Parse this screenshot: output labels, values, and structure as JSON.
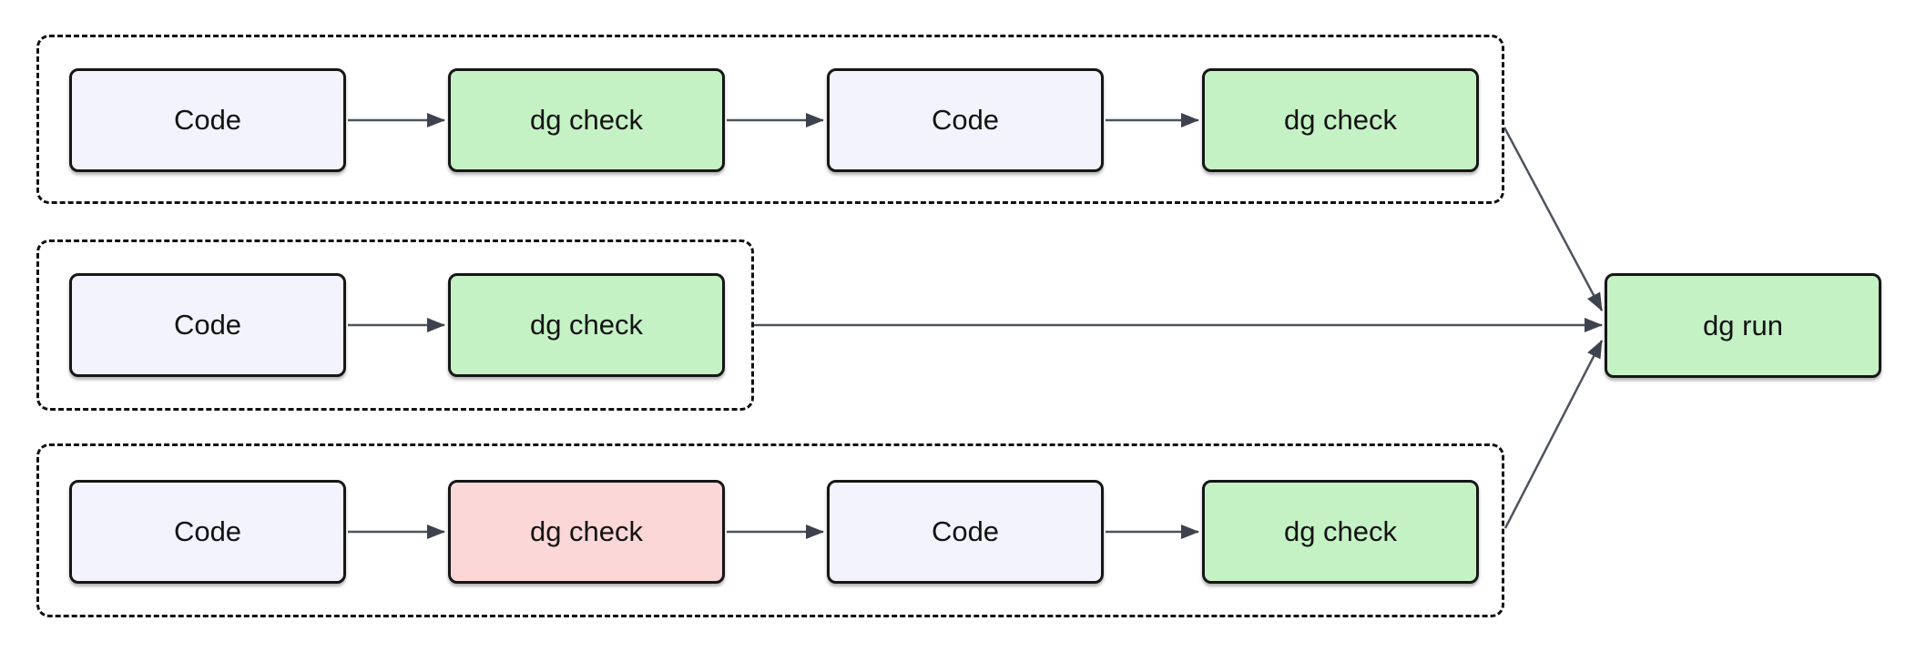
{
  "diagram": {
    "kind": "flowchart",
    "background": "#ffffff",
    "colors": {
      "code_node_fill": "#f2f3fc",
      "check_pass_fill": "#c5f2c5",
      "check_fail_fill": "#fcd7d7",
      "node_border": "#161616",
      "group_border": "#111111",
      "arrow_line": "#4e545e",
      "arrow_head": "#3d424e",
      "text": "#131313"
    },
    "nodes": [
      {
        "id": "g1-code-1",
        "label": "Code",
        "state": "code"
      },
      {
        "id": "g1-check-1",
        "label": "dg check",
        "state": "pass"
      },
      {
        "id": "g1-code-2",
        "label": "Code",
        "state": "code"
      },
      {
        "id": "g1-check-2",
        "label": "dg check",
        "state": "pass"
      },
      {
        "id": "g2-code-1",
        "label": "Code",
        "state": "code"
      },
      {
        "id": "g2-check-1",
        "label": "dg check",
        "state": "pass"
      },
      {
        "id": "g3-code-1",
        "label": "Code",
        "state": "code"
      },
      {
        "id": "g3-check-1",
        "label": "dg check",
        "state": "fail"
      },
      {
        "id": "g3-code-2",
        "label": "Code",
        "state": "code"
      },
      {
        "id": "g3-check-2",
        "label": "dg check",
        "state": "pass"
      },
      {
        "id": "dg-run",
        "label": "dg run",
        "state": "pass"
      }
    ],
    "groups": [
      {
        "id": "group-1",
        "nodes": [
          "g1-code-1",
          "g1-check-1",
          "g1-code-2",
          "g1-check-2"
        ]
      },
      {
        "id": "group-2",
        "nodes": [
          "g2-code-1",
          "g2-check-1"
        ]
      },
      {
        "id": "group-3",
        "nodes": [
          "g3-code-1",
          "g3-check-1",
          "g3-code-2",
          "g3-check-2"
        ]
      }
    ],
    "edges": [
      {
        "from": "g1-code-1",
        "to": "g1-check-1"
      },
      {
        "from": "g1-check-1",
        "to": "g1-code-2"
      },
      {
        "from": "g1-code-2",
        "to": "g1-check-2"
      },
      {
        "from": "g2-code-1",
        "to": "g2-check-1"
      },
      {
        "from": "g3-code-1",
        "to": "g3-check-1"
      },
      {
        "from": "g3-check-1",
        "to": "g3-code-2"
      },
      {
        "from": "g3-code-2",
        "to": "g3-check-2"
      },
      {
        "from": "group-1",
        "to": "dg-run"
      },
      {
        "from": "group-2",
        "to": "dg-run"
      },
      {
        "from": "group-3",
        "to": "dg-run"
      }
    ]
  }
}
